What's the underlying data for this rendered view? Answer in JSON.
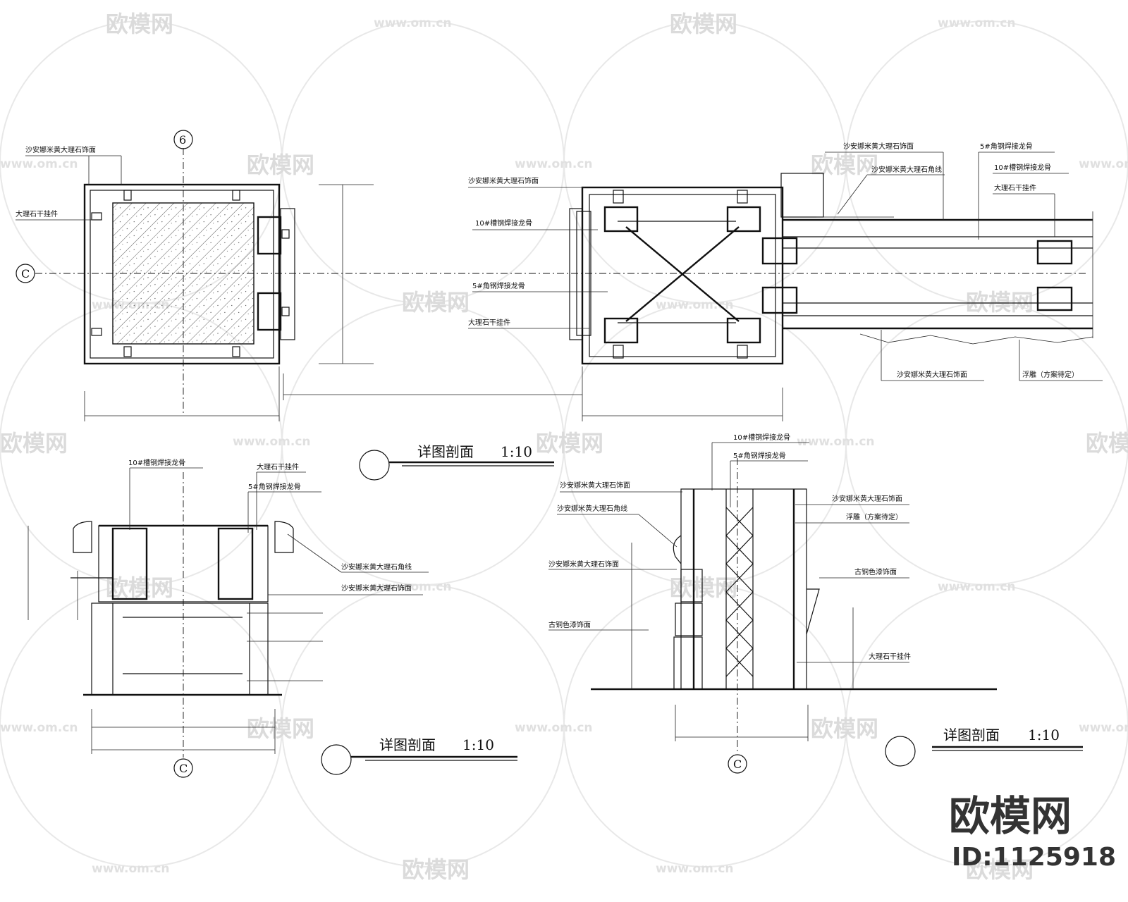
{
  "watermark": {
    "brand": "欧模网",
    "url": "www.om.cn"
  },
  "logo": {
    "brand": "欧模网",
    "id": "ID:1125918"
  },
  "axes": {
    "grid_6": "6",
    "grid_c": "C"
  },
  "titles": {
    "detail_section": "详图剖面",
    "scale": "1:10"
  },
  "labels": {
    "stone_cladding": "沙安娜米黄大理石饰面",
    "stone_pendant": "大理石干挂件",
    "channel_keel": "10#槽钢焊接龙骨",
    "angle_keel": "5#角钢焊接龙骨",
    "stone_corner_line": "沙安娜米黄大理石角线",
    "relief": "浮雕（方案待定）",
    "bronze_finish": "古铜色漆饰面"
  }
}
